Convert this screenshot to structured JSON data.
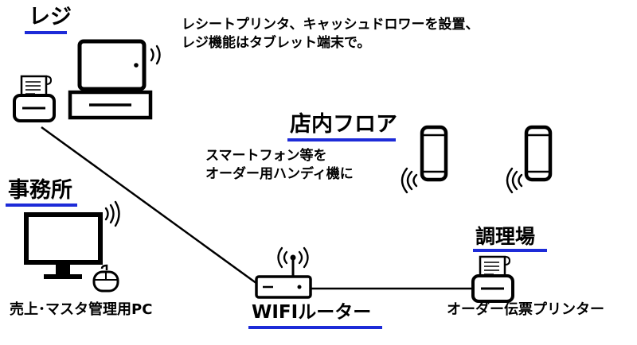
{
  "register": {
    "title": "レジ",
    "description": "レシートプリンタ、キャッシュドロワーを設置、\nレジ機能はタブレット端末で。"
  },
  "floor": {
    "title": "店内フロア",
    "description": "スマートフォン等を\nオーダー用ハンディ機に"
  },
  "office": {
    "title": "事務所",
    "caption": "売上･マスタ管理用PC"
  },
  "router": {
    "caption": "WIFIルーター"
  },
  "kitchen": {
    "title": "調理場",
    "caption": "オーダー伝票プリンター"
  },
  "colors": {
    "underline": "#1d2bd8",
    "ink": "#000000"
  },
  "icons": [
    "tablet-icon",
    "receipt-printer-icon",
    "cash-drawer-icon",
    "wifi-waves-icon",
    "smartphone-icon",
    "monitor-icon",
    "mouse-icon",
    "router-icon",
    "order-printer-icon"
  ]
}
